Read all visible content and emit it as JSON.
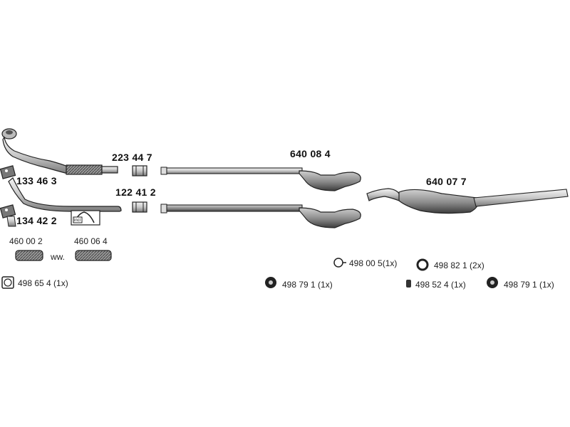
{
  "parts": {
    "front_pipe": "133 46 3",
    "front_pipe_alt": "134 42 2",
    "clamp_upper": "223 44 7",
    "clamp_lower": "122 41 2",
    "middle_silencer": "640 08 4",
    "rear_silencer": "640 07 7",
    "flex_pipe_1": "460 00 2",
    "flex_pipe_2": "460 06 4",
    "flex_separator": "ww."
  },
  "fitting_labels": {
    "inlet_badge": "incl"
  },
  "accessories": {
    "gasket": "498 65 4  (1x)",
    "ring_hanger": "498 00 5(1x)",
    "rubber_ring": "498 82 1  (2x)",
    "rubber_mount_center": "498 79 1  (1x)",
    "bolt": "498 52 4  (1x)",
    "rubber_mount_right": "498 79 1 (1x)"
  },
  "colors": {
    "line": "#222222",
    "fill_light": "#e6e6e6",
    "fill_mid": "#a8a8a8",
    "fill_dark": "#555555"
  }
}
